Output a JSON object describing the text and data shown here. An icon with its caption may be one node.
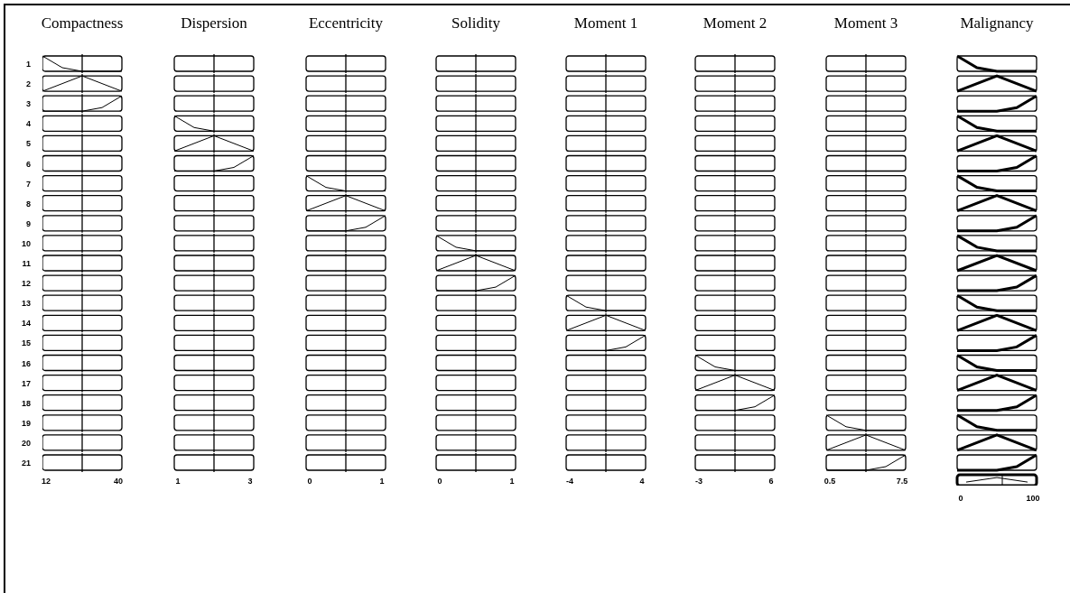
{
  "diagram": {
    "labels": [
      "Compactness",
      "Dispersion",
      "Eccentricity",
      "Solidity",
      "Moment 1",
      "Moment 2",
      "Moment 3",
      "Malignancy",
      "1",
      "2",
      "3",
      "4",
      "5",
      "6",
      "7",
      "8",
      "9",
      "10",
      "11",
      "12",
      "13",
      "14",
      "15",
      "16",
      "17",
      "18",
      "19",
      "20",
      "21",
      "12",
      "40",
      "1",
      "3",
      "0",
      "1",
      "0",
      "1",
      "-4",
      "4",
      "-3",
      "6",
      "0.5",
      "7.5",
      "0",
      "100"
    ]
  }
}
